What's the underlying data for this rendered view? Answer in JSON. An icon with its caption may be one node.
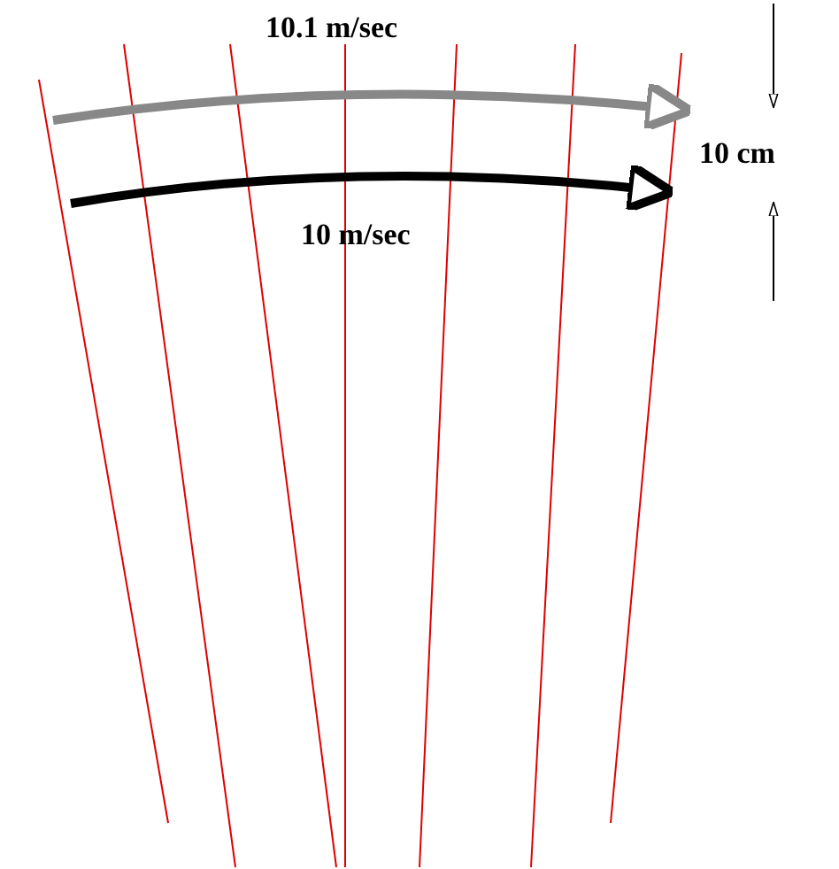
{
  "diagram": {
    "labels": [
      "10.1 m/sec",
      "10 m/sec",
      "10 cm"
    ]
  }
}
